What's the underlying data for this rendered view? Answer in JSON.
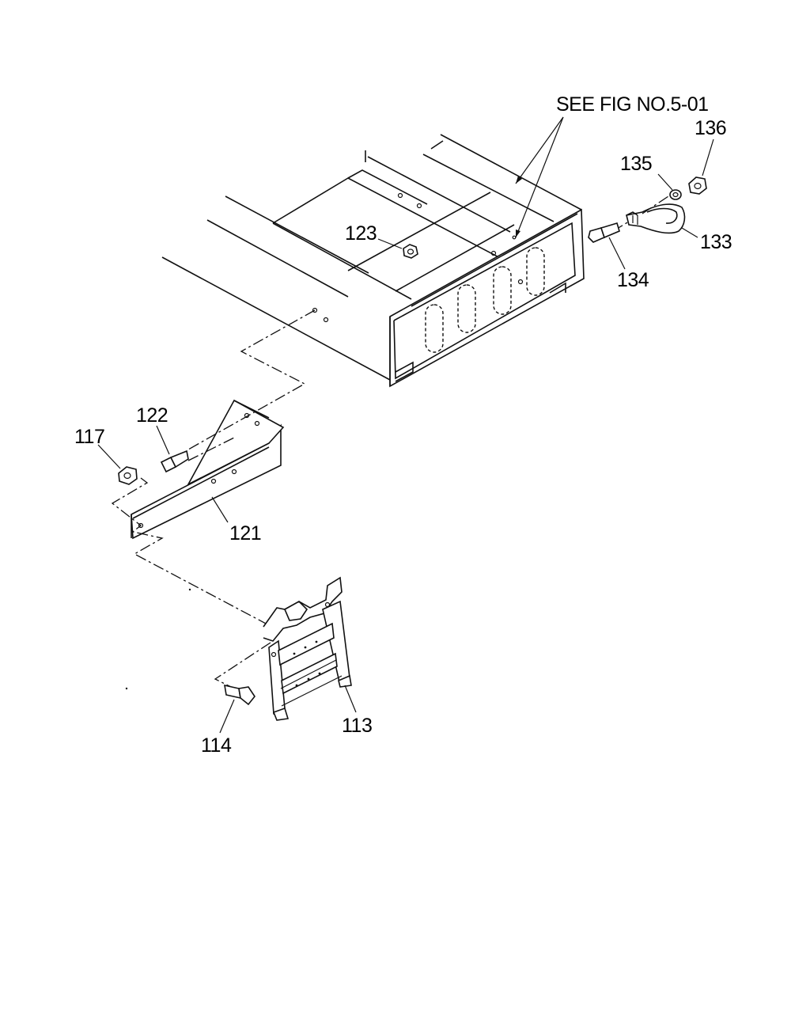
{
  "reference_note": "SEE FIG NO.5-01",
  "callouts": {
    "p113": "113",
    "p114": "114",
    "p117": "117",
    "p121": "121",
    "p122": "122",
    "p123": "123",
    "p133": "133",
    "p134": "134",
    "p135": "135",
    "p136": "136"
  }
}
